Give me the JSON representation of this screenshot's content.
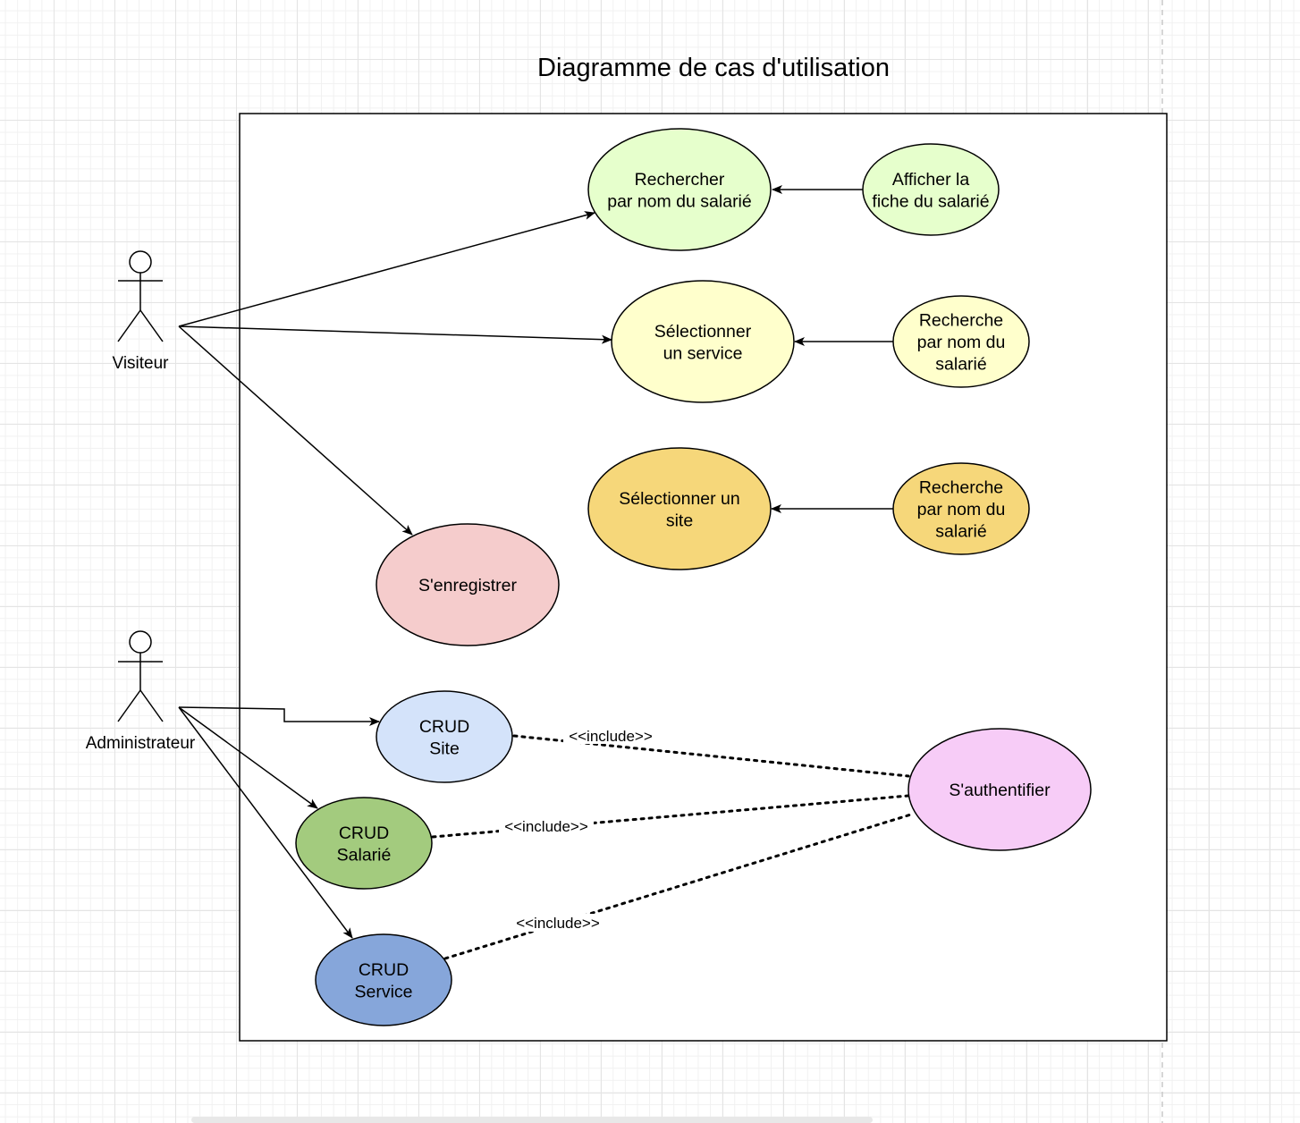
{
  "title": "Diagramme de cas d'utilisation",
  "actors": {
    "visitor": "Visiteur",
    "admin": "Administrateur"
  },
  "use_cases": {
    "rechercher": {
      "lines": [
        "Rechercher",
        "par nom du salarié"
      ],
      "color": "#E6FFCC"
    },
    "afficher": {
      "lines": [
        "Afficher la",
        "fiche du salarié"
      ],
      "color": "#E6FFCC"
    },
    "select_service": {
      "lines": [
        "Sélectionner",
        "un service"
      ],
      "color": "#FFFFCC"
    },
    "recherche_2": {
      "lines": [
        "Recherche",
        "par nom du",
        "salarié"
      ],
      "color": "#FFFFCC"
    },
    "select_site": {
      "lines": [
        "Sélectionner un",
        "site"
      ],
      "color": "#F6D77A"
    },
    "recherche_3": {
      "lines": [
        "Recherche",
        "par nom du",
        "salarié"
      ],
      "color": "#F6D77A"
    },
    "enregistrer": {
      "lines": [
        "S'enregistrer"
      ],
      "color": "#F5CCCC"
    },
    "crud_site": {
      "lines": [
        "CRUD",
        "Site"
      ],
      "color": "#D4E3FA"
    },
    "crud_salarie": {
      "lines": [
        "CRUD",
        "Salarié"
      ],
      "color": "#A3CB7E"
    },
    "crud_service": {
      "lines": [
        "CRUD",
        "Service"
      ],
      "color": "#86A6DA"
    },
    "authentifier": {
      "lines": [
        "S'authentifier"
      ],
      "color": "#F7CCF7"
    }
  },
  "include_label": "<<include>>"
}
